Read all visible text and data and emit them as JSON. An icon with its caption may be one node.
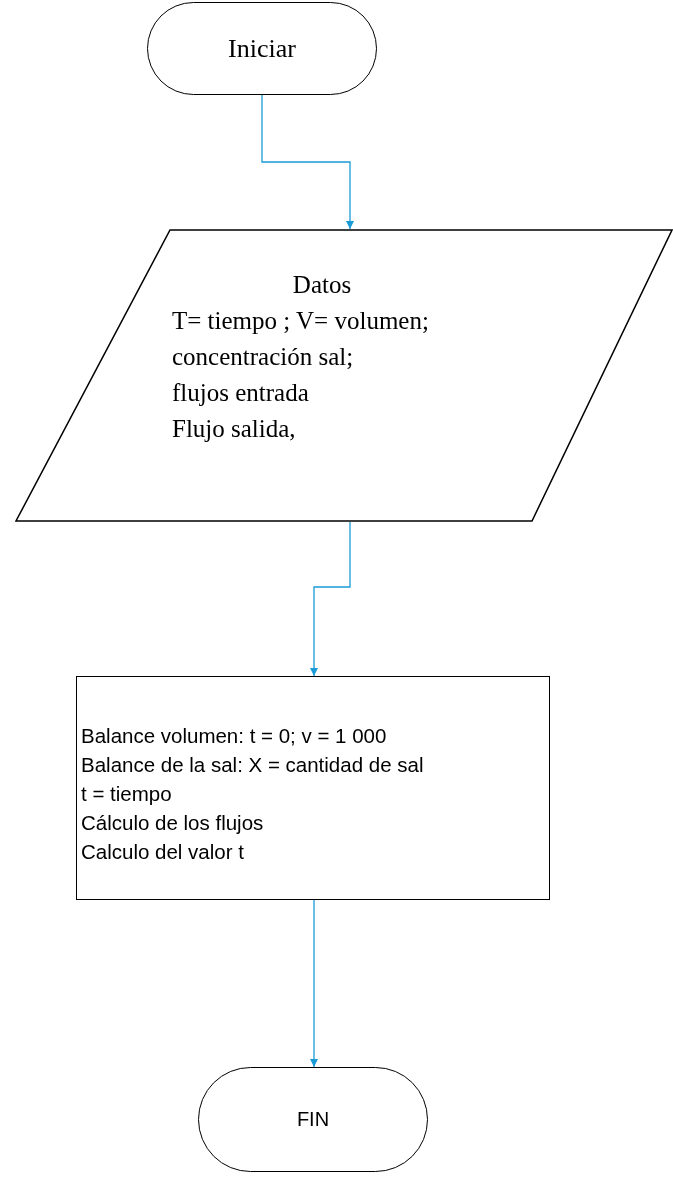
{
  "diagram": {
    "nodes": [
      {
        "text": [
          "Iniciar"
        ]
      },
      {
        "text": [
          "Datos",
          "T= tiempo ; V= volumen; concentración sal;",
          "flujos entrada",
          "Flujo salida,"
        ]
      },
      {
        "text": [
          "Balance volumen: t = 0; v = 1 000",
          "Balance de la sal: X = cantidad de sal",
          "t = tiempo",
          "Cálculo de los flujos",
          "Calculo del valor t"
        ]
      },
      {
        "text": [
          "FIN"
        ]
      }
    ],
    "edges": [
      {
        "from": 0,
        "to": 1,
        "arrow": "to"
      },
      {
        "from": 1,
        "to": 2,
        "arrow": "to"
      },
      {
        "from": 2,
        "to": 3,
        "arrow": "to"
      }
    ]
  }
}
